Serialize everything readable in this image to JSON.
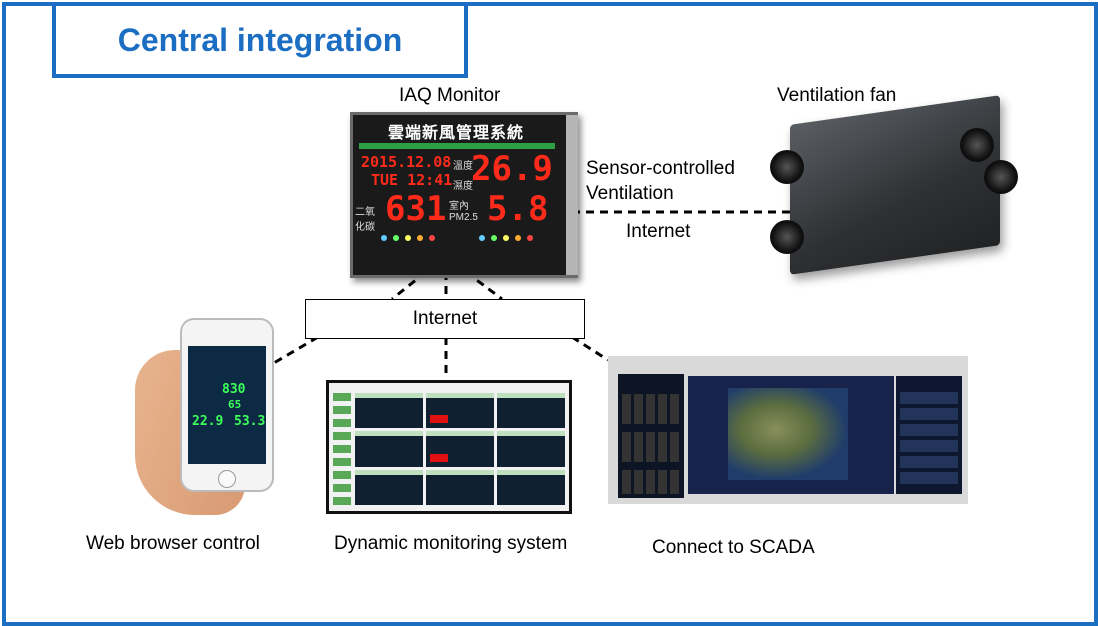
{
  "title": "Central integration",
  "iaq_monitor": {
    "label": "IAQ Monitor",
    "panel_title": "雲端新風管理系統",
    "date": "2015.12.08",
    "day_time": "TUE 12:41",
    "temperature": "26.9",
    "co2": "631",
    "pm25": "5.8",
    "temp_cn": "溫度",
    "humid_cn": "濕度",
    "co2_cn": "二氧化碳",
    "pm_cn": "室內PM2.5"
  },
  "ventilation_fan": {
    "label": "Ventilation fan"
  },
  "links": {
    "sensor_controlled": "Sensor-controlled",
    "ventilation": "Ventilation",
    "internet_fan": "Internet",
    "internet_hub": "Internet"
  },
  "web_browser": {
    "label": "Web browser control",
    "phone_values": [
      "830",
      "65",
      "22.9",
      "53.3"
    ]
  },
  "dynamic_monitoring": {
    "label": "Dynamic monitoring system"
  },
  "scada": {
    "label": "Connect to SCADA"
  },
  "colors": {
    "accent": "#1b6ec2",
    "digit_red": "#ff2a1a",
    "digit_green": "#3cff5a"
  },
  "icons": [
    "iaq-monitor-device",
    "ventilation-fan-device",
    "smartphone-device",
    "monitoring-screen",
    "scada-video-wall"
  ]
}
